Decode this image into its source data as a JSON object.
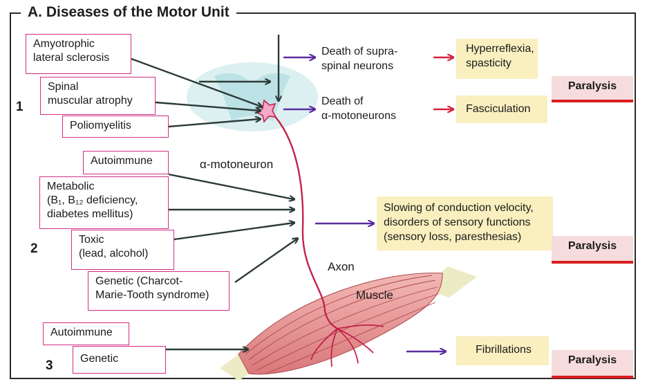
{
  "title": "A. Diseases of the Motor Unit",
  "groups": [
    {
      "number": "1",
      "causes": [
        "Amyotrophic\nlateral sclerosis",
        "Spinal\nmuscular atrophy",
        "Poliomyelitis"
      ]
    },
    {
      "number": "2",
      "causes": [
        "Autoimmune",
        "Metabolic\n(B₁, B₁₂ deficiency,\ndiabetes mellitus)",
        "Toxic\n(lead, alcohol)",
        "Genetic (Charcot-\nMarie-Tooth syndrome)"
      ]
    },
    {
      "number": "3",
      "causes": [
        "Autoimmune",
        "Genetic"
      ]
    }
  ],
  "consequences": [
    "Death of supra-\nspinal neurons",
    "Death of\nα-motoneurons"
  ],
  "symptoms": [
    "Hyperreflexia,\nspasticity",
    "Fasciculation",
    "Slowing of conduction velocity,\ndisorders of sensory functions\n(sensory loss, paresthesias)",
    "Fibrillations"
  ],
  "outcome": "Paralysis",
  "structures": {
    "motoneuron": "α-motoneuron",
    "axon": "Axon",
    "muscle": "Muscle"
  },
  "colors": {
    "cause_border": "#d12c84",
    "symptom_fill": "#f9efbf",
    "paralysis_fill": "#f6dcdc",
    "paralysis_bar": "#d81e1e",
    "nerve": "#c4224a",
    "arrow_black": "#2b3a35",
    "arrow_purple": "#5b2ca0",
    "arrow_red": "#d4213d"
  }
}
